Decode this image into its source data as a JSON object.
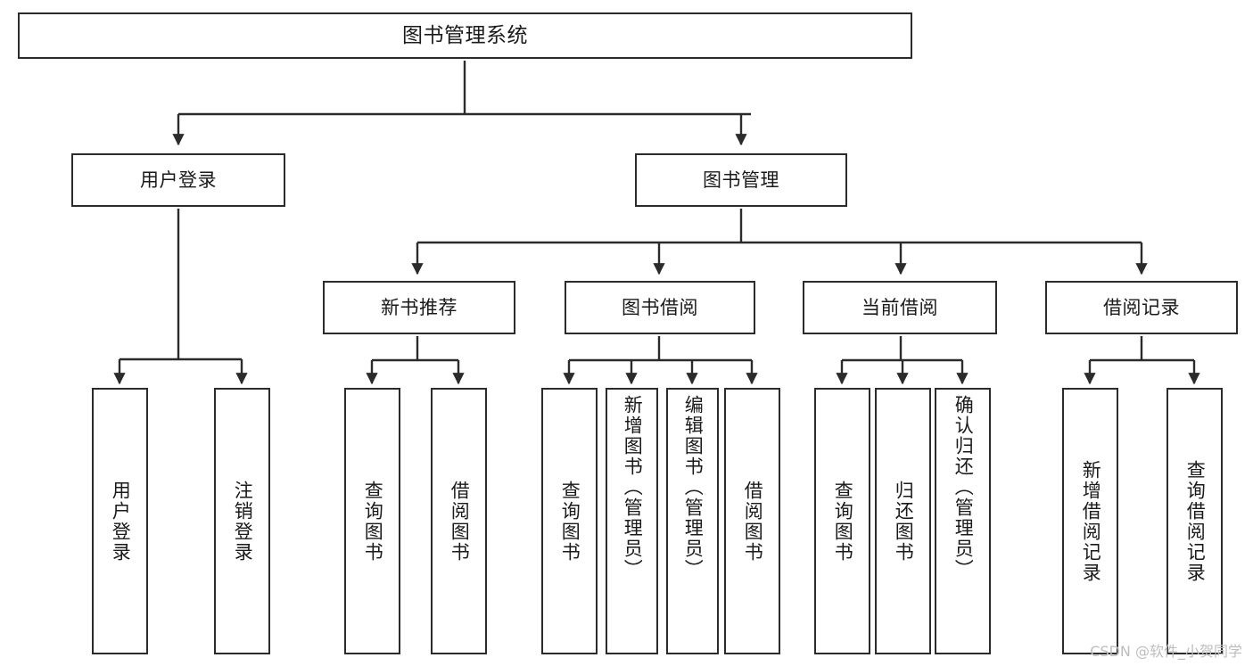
{
  "diagram": {
    "title": "图书管理系统",
    "type": "tree",
    "orientation": "top-down",
    "root": {
      "id": "root",
      "label": "图书管理系统"
    },
    "level2": [
      {
        "id": "user-login",
        "label": "用户登录"
      },
      {
        "id": "book-manage",
        "label": "图书管理"
      }
    ],
    "level3": [
      {
        "id": "new-book-recommend",
        "label": "新书推荐"
      },
      {
        "id": "book-borrow",
        "label": "图书借阅"
      },
      {
        "id": "current-borrow",
        "label": "当前借阅"
      },
      {
        "id": "borrow-record",
        "label": "借阅记录"
      }
    ],
    "leaves": {
      "user_login": [
        {
          "id": "leaf-user-login",
          "label": "用户登录"
        },
        {
          "id": "leaf-logout",
          "label": "注销登录"
        }
      ],
      "new_book_recommend": [
        {
          "id": "leaf-query-book-1",
          "label": "查询图书"
        },
        {
          "id": "leaf-borrow-book-1",
          "label": "借阅图书"
        }
      ],
      "book_borrow": [
        {
          "id": "leaf-query-book-2",
          "label": "查询图书"
        },
        {
          "id": "leaf-add-book",
          "label": "新增图书（管理员）"
        },
        {
          "id": "leaf-edit-book",
          "label": "编辑图书（管理员）"
        },
        {
          "id": "leaf-borrow-book-2",
          "label": "借阅图书"
        }
      ],
      "current_borrow": [
        {
          "id": "leaf-query-book-3",
          "label": "查询图书"
        },
        {
          "id": "leaf-return-book",
          "label": "归还图书"
        },
        {
          "id": "leaf-confirm-return",
          "label": "确认归还（管理员）"
        }
      ],
      "borrow_record": [
        {
          "id": "leaf-add-record",
          "label": "新增借阅记录"
        },
        {
          "id": "leaf-query-record",
          "label": "查询借阅记录"
        }
      ]
    },
    "colors": {
      "box_border": "#2b2b2b",
      "box_fill": "#ffffff",
      "edge": "#2b2b2b",
      "text": "#1a1a1a",
      "watermark": "#bdbdbd",
      "background": "#ffffff"
    }
  },
  "watermark": {
    "text": "CSDN @软件_小贺同学"
  }
}
